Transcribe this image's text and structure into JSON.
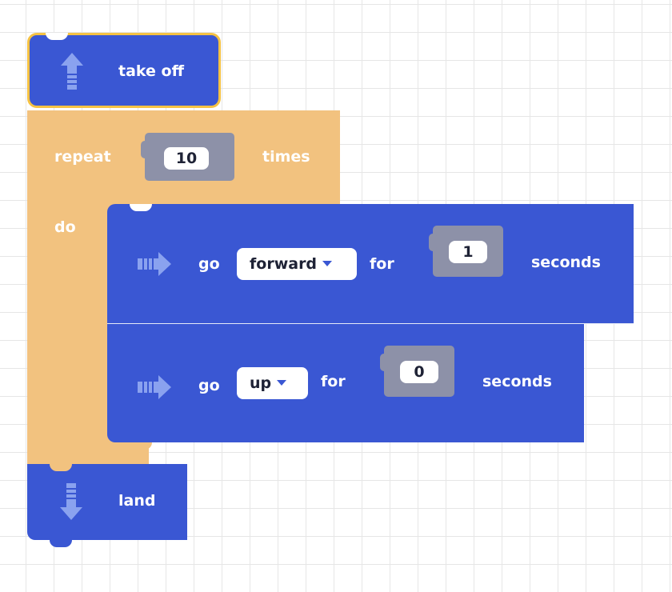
{
  "workspace": {
    "takeoff_block": {
      "label": "take  off",
      "icon": "arrow-up-icon"
    },
    "repeat_block": {
      "label_repeat": "repeat",
      "count": "10",
      "label_times": "times",
      "label_do": "do"
    },
    "go_blocks": [
      {
        "label_go": "go",
        "direction": "forward",
        "label_for": "for",
        "seconds": "1",
        "label_seconds": "seconds",
        "icon": "arrow-right-icon"
      },
      {
        "label_go": "go",
        "direction": "up",
        "label_for": "for",
        "seconds": "0",
        "label_seconds": "seconds",
        "icon": "arrow-right-icon"
      }
    ],
    "land_block": {
      "label": "land",
      "icon": "arrow-down-icon"
    }
  },
  "colors": {
    "block_blue": "#3a57d3",
    "loop_orange": "#f2c27f",
    "socket_gray": "#8d91a8",
    "selection_yellow": "#f5c243",
    "grid_line": "#e6e6e6"
  }
}
